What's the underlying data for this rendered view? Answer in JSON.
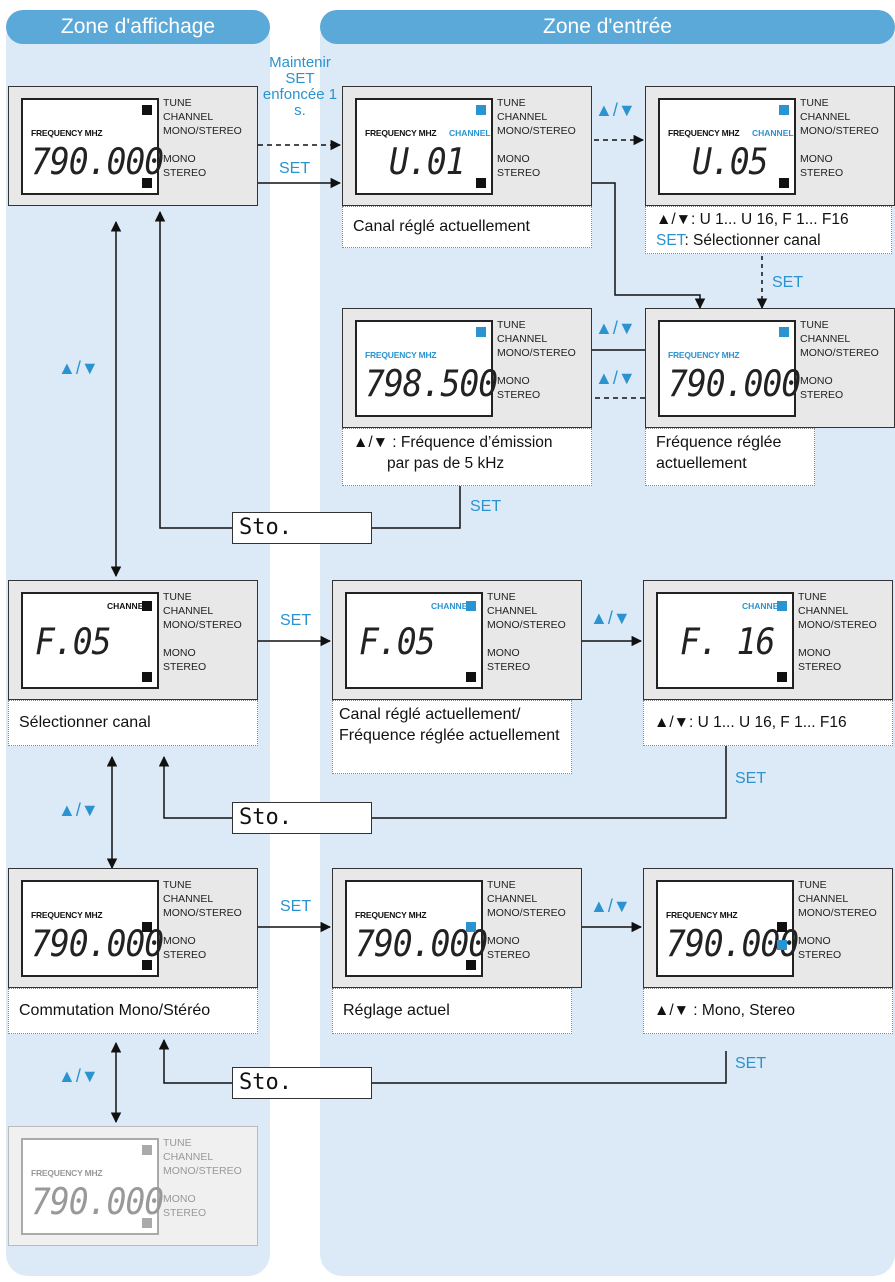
{
  "zones": {
    "left_title": "Zone d'affichage",
    "right_title": "Zone d'entrée"
  },
  "side_labels": {
    "tune": "TUNE",
    "channel": "CHANNEL",
    "monostereo": "MONO/STEREO",
    "mono": "MONO",
    "stereo": "STEREO"
  },
  "lcd": {
    "freq_label": "FREQUENCY MHZ",
    "channel_label": "CHANNEL",
    "p1": "790.000",
    "p2": "U.01",
    "p3": "U.05",
    "p4": "798.500",
    "p5": "790.000",
    "p6": "F.05",
    "p7": "F.05",
    "p8": "F. 16",
    "p9": "790.000",
    "p10": "790.000",
    "p11": "790.000",
    "p12": "790.000"
  },
  "transitions": {
    "hold_set": "Maintenir SET enfoncée 1 s.",
    "set": "SET",
    "updown": "▲/▼",
    "sto": "Sto."
  },
  "captions": {
    "canal_actuel": "Canal réglé actuellement",
    "select_hint_a": "▲/▼:  U 1... U 16, F 1... F16",
    "select_hint_b_prefix": "SET",
    "select_hint_b": ":  Sélectionner canal",
    "freq_hint_a": "▲/▼ :  Fréquence d’émission",
    "freq_hint_b": "par pas de 5 kHz",
    "freq_actuelle": "Fréquence réglée actuellement",
    "select_canal": "Sélectionner canal",
    "canal_freq_actuel": "Canal réglé actuellement/ Fréquence réglée actuellement",
    "select_hint_c": "▲/▼:  U 1... U 16, F 1... F16",
    "mono_stereo": "Commutation Mono/Stéréo",
    "reglage_actuel": "Réglage actuel",
    "mono_hint": "▲/▼ :  Mono, Stereo"
  },
  "colors": {
    "accent": "#2a93d0",
    "zone_bg": "#dbeaf6",
    "header_bg": "#5aa9d9"
  }
}
